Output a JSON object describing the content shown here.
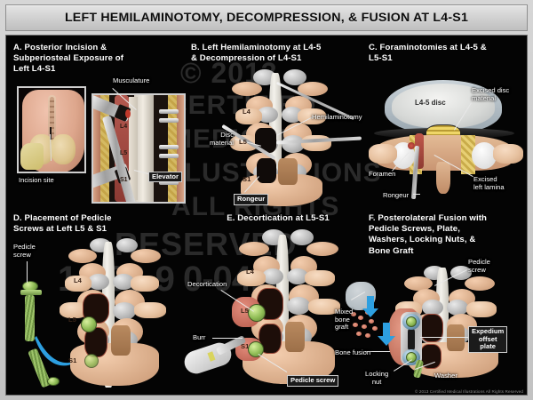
{
  "title": "LEFT HEMILAMINOTOMY, DECOMPRESSION, & FUSION AT L4-S1",
  "watermark": {
    "line1": "© 2013",
    "line2": "CERTIFIED",
    "line3": "MEDICAL",
    "line4": "ILLUSTRATIONS",
    "line5": "ALL RIGHTS",
    "line6": "RESERVED",
    "line7": "1-888-9 0-0410"
  },
  "copyright": "© 2013 Certified Medical Illustrations All Rights Reserved",
  "panels": [
    {
      "id": "A",
      "title": "A. Posterior Incision &\n     Subperiosteal Exposure of\n     Left L4-S1",
      "labels": [
        {
          "text": "Musculature",
          "boxed": false
        },
        {
          "text": "Incision site",
          "boxed": false
        },
        {
          "text": "Elevator",
          "boxed": true
        },
        {
          "text": "L4",
          "boxed": false
        },
        {
          "text": "L5",
          "boxed": false
        },
        {
          "text": "S1",
          "boxed": false
        }
      ]
    },
    {
      "id": "B",
      "title": "B. Left Hemilaminotomy at L4-5\n     & Decompression of L4-S1",
      "labels": [
        {
          "text": "Hemilaminotomy",
          "boxed": false
        },
        {
          "text": "Disc\nmaterial",
          "boxed": false
        },
        {
          "text": "Rongeur",
          "boxed": true
        },
        {
          "text": "L4",
          "boxed": false
        },
        {
          "text": "L5",
          "boxed": false
        },
        {
          "text": "S1",
          "boxed": false
        }
      ]
    },
    {
      "id": "C",
      "title": "C. Foraminotomies at L4-5 &\n     L5-S1",
      "labels": [
        {
          "text": "Excised disc\nmaterial",
          "boxed": false
        },
        {
          "text": "L4-5 disc",
          "boxed": false
        },
        {
          "text": "Foramen",
          "boxed": false
        },
        {
          "text": "Rongeur",
          "boxed": false
        },
        {
          "text": "Excised\nleft lamina",
          "boxed": false
        }
      ]
    },
    {
      "id": "D",
      "title": "D. Placement of Pedicle\n     Screws at Left L5 & S1",
      "labels": [
        {
          "text": "Pedicle\nscrew",
          "boxed": false
        },
        {
          "text": "L4",
          "boxed": false
        },
        {
          "text": "L5",
          "boxed": false
        },
        {
          "text": "S1",
          "boxed": false
        }
      ]
    },
    {
      "id": "E",
      "title": "E. Decortication at L5-S1",
      "labels": [
        {
          "text": "Decortication",
          "boxed": false
        },
        {
          "text": "Burr",
          "boxed": false
        },
        {
          "text": "Pedicle screw",
          "boxed": true
        },
        {
          "text": "L4",
          "boxed": false
        },
        {
          "text": "L5",
          "boxed": false
        },
        {
          "text": "S1",
          "boxed": false
        }
      ]
    },
    {
      "id": "F",
      "title": "F.  Posterolateral Fusion with\n     Pedicle Screws, Plate,\n     Washers, Locking Nuts, &\n     Bone Graft",
      "labels": [
        {
          "text": "Pedicle\nscrew",
          "boxed": false
        },
        {
          "text": "Mixed\nbone\ngraft",
          "boxed": false
        },
        {
          "text": "Bone fusion",
          "boxed": false
        },
        {
          "text": "Expedium\noffset\nplate",
          "boxed": true
        },
        {
          "text": "Locking\nnut",
          "boxed": false
        },
        {
          "text": "Washer",
          "boxed": false
        }
      ]
    }
  ]
}
